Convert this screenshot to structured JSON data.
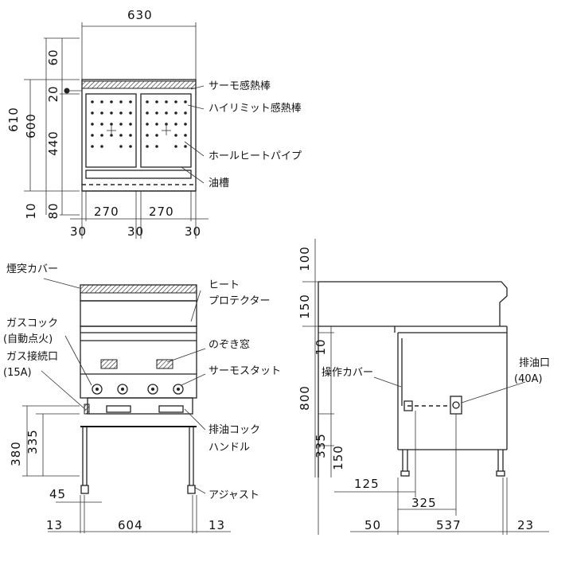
{
  "top_view": {
    "dims": {
      "overall_width": "630",
      "d60": "60",
      "d20": "20",
      "d440": "440",
      "d600": "600",
      "d610": "610",
      "d10": "10",
      "d80": "80",
      "d270_left": "270",
      "d270_right": "270",
      "d30_left": "30",
      "d30_mid": "30",
      "d30_right": "30"
    },
    "labels": {
      "thermo_sensor": "サーモ感熱棒",
      "high_limit_sensor": "ハイリミット感熱棒",
      "whole_heat_pipe": "ホールヒートパイプ",
      "oil_tank": "油槽"
    }
  },
  "front_view": {
    "labels": {
      "chimney_cover": "煙突カバー",
      "heat_protector_1": "ヒート",
      "heat_protector_2": "プロテクター",
      "gas_cock_1": "ガスコック",
      "gas_cock_2": "(自動点火)",
      "gas_inlet_1": "ガス接続口",
      "gas_inlet_2": "(15A)",
      "peep_window": "のぞき窓",
      "thermostat": "サーモスタット",
      "drain_cock_1": "排油コック",
      "drain_cock_2": "ハンドル",
      "adjuster": "アジャスト"
    },
    "dims": {
      "d380": "380",
      "d335": "335",
      "d45": "45",
      "d13_left": "13",
      "d604": "604",
      "d13_right": "13"
    }
  },
  "side_view": {
    "labels": {
      "operation_cover": "操作カバー",
      "drain_port_1": "排油口",
      "drain_port_2": "(40A)"
    },
    "dims": {
      "d100": "100",
      "d150_top": "150",
      "d10": "10",
      "d800": "800",
      "d335": "335",
      "d150_bottom": "150",
      "d125": "125",
      "d325": "325",
      "d50": "50",
      "d537": "537",
      "d23": "23"
    }
  }
}
